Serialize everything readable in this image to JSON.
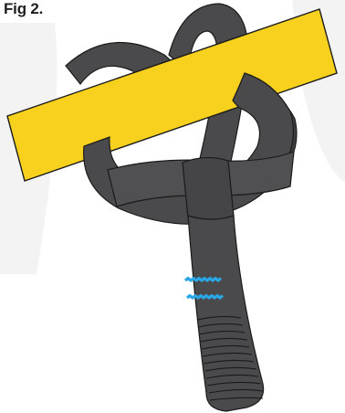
{
  "figure": {
    "label": "Fig 2."
  },
  "colors": {
    "strap": "#4a4a4c",
    "strap_dark": "#3a3a3c",
    "outline": "#1a1a1a",
    "bar": "#f7d11e",
    "stitching": "#29a6e3",
    "background_watermark": "#f1f1f1"
  },
  "illustration": {
    "subject": "strap-looped-around-bar",
    "parts": [
      "yellow-bar",
      "strap-loops",
      "strap-tail",
      "blue-stitching",
      "ribbed-end"
    ]
  }
}
